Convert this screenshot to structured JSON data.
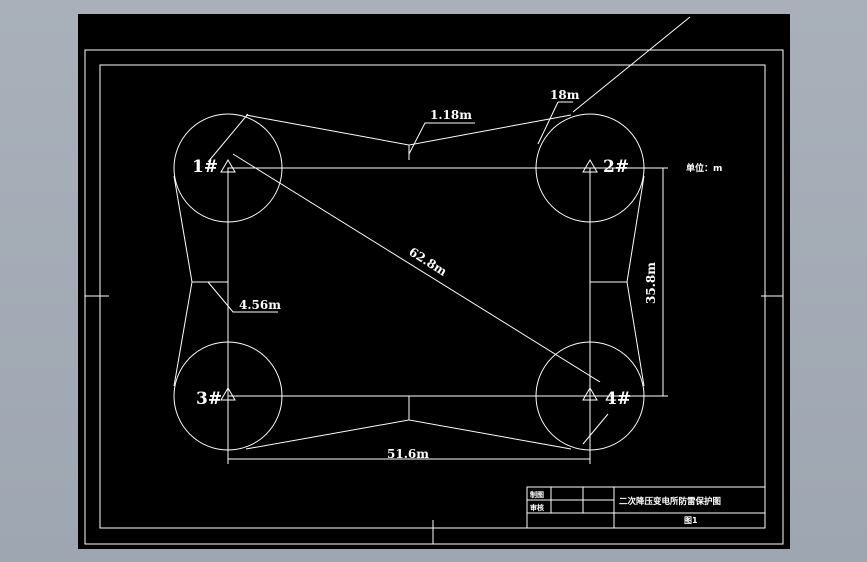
{
  "drawing": {
    "pole_labels": [
      "1#",
      "2#",
      "3#",
      "4#"
    ],
    "dimensions": {
      "gap_top": "1.18m",
      "radius": "18m",
      "diagonal": "62.8m",
      "gap_left": "4.56m",
      "height": "35.8m",
      "width": "51.6m"
    },
    "unit_note": "单位：m",
    "title_block": {
      "row1_label": "制图",
      "row2_label": "审核",
      "title": "二次降压变电所防雷保护图",
      "drawing_no": "图1"
    }
  },
  "colors": {
    "background": "#000000",
    "linework": "#ffffff",
    "desktop": "#a3abb5"
  }
}
